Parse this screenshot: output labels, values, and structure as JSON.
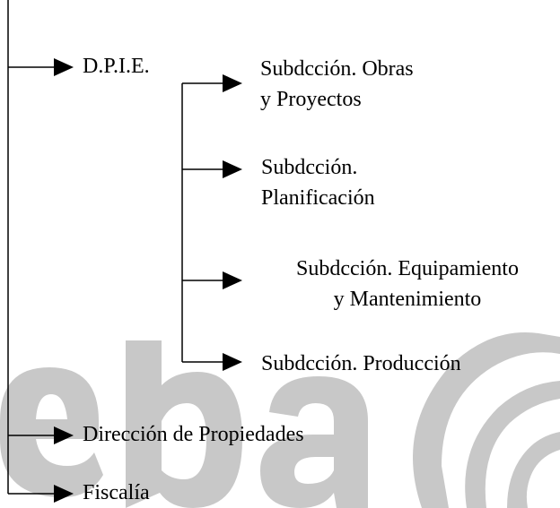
{
  "colors": {
    "background": "#ffffff",
    "text": "#000000",
    "watermark": "#c8c8c8"
  },
  "watermark": {
    "description": "logo-shapes"
  },
  "nodes": {
    "dpie": "D.P.I.E.",
    "obras_line1": "Subdcción. Obras",
    "obras_line2": "y Proyectos",
    "planif_line1": "Subdcción.",
    "planif_line2": "Planificación",
    "equip_line1": "Subdcción. Equipamiento",
    "equip_line2": "y Mantenimiento",
    "produccion": "Subdcción. Producción",
    "propiedades": "Dirección de Propiedades",
    "fiscalia": "Fiscalía"
  }
}
